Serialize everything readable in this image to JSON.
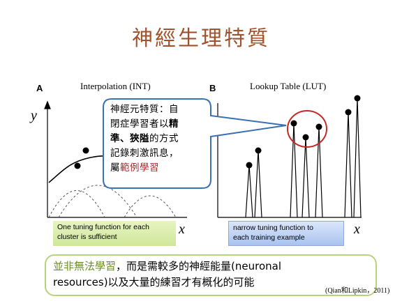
{
  "title": "神經生理特質",
  "panel_a": {
    "letter": "A",
    "title": "Interpolation (INT)",
    "y_label": "y",
    "x_label": "x",
    "note": [
      "One tuning function for each",
      "cluster is sufficient"
    ]
  },
  "panel_b": {
    "letter": "B",
    "title": "Lookup Table (LUT)",
    "x_label": "x",
    "note": [
      "narrow tuning function to",
      "each training example"
    ]
  },
  "callout": {
    "line1": "神經元特質：自",
    "line2": "閉症學習者以",
    "line2_bold": "精",
    "line3_bold": "準、狹隘",
    "line3": "的方式",
    "line4": "記錄刺激訊息，",
    "line5": "屬",
    "line5_em": "範例學習"
  },
  "bottom": {
    "em": "並非無法學習",
    "text1": "，而是需較多的神經能量(neuronal",
    "text2": "resources)以及大量的練習才有概化的可能"
  },
  "citation": "(Qian和Lipkin，2011)",
  "colors": {
    "title": "#a0522d",
    "callout_border": "#3a6fb0",
    "circle": "#c62828",
    "note_a_bg": "#d9ecad",
    "note_b_bg": "#bcd0f3",
    "emphasis_red": "#a52a2a",
    "emphasis_green": "#6b8e23"
  }
}
